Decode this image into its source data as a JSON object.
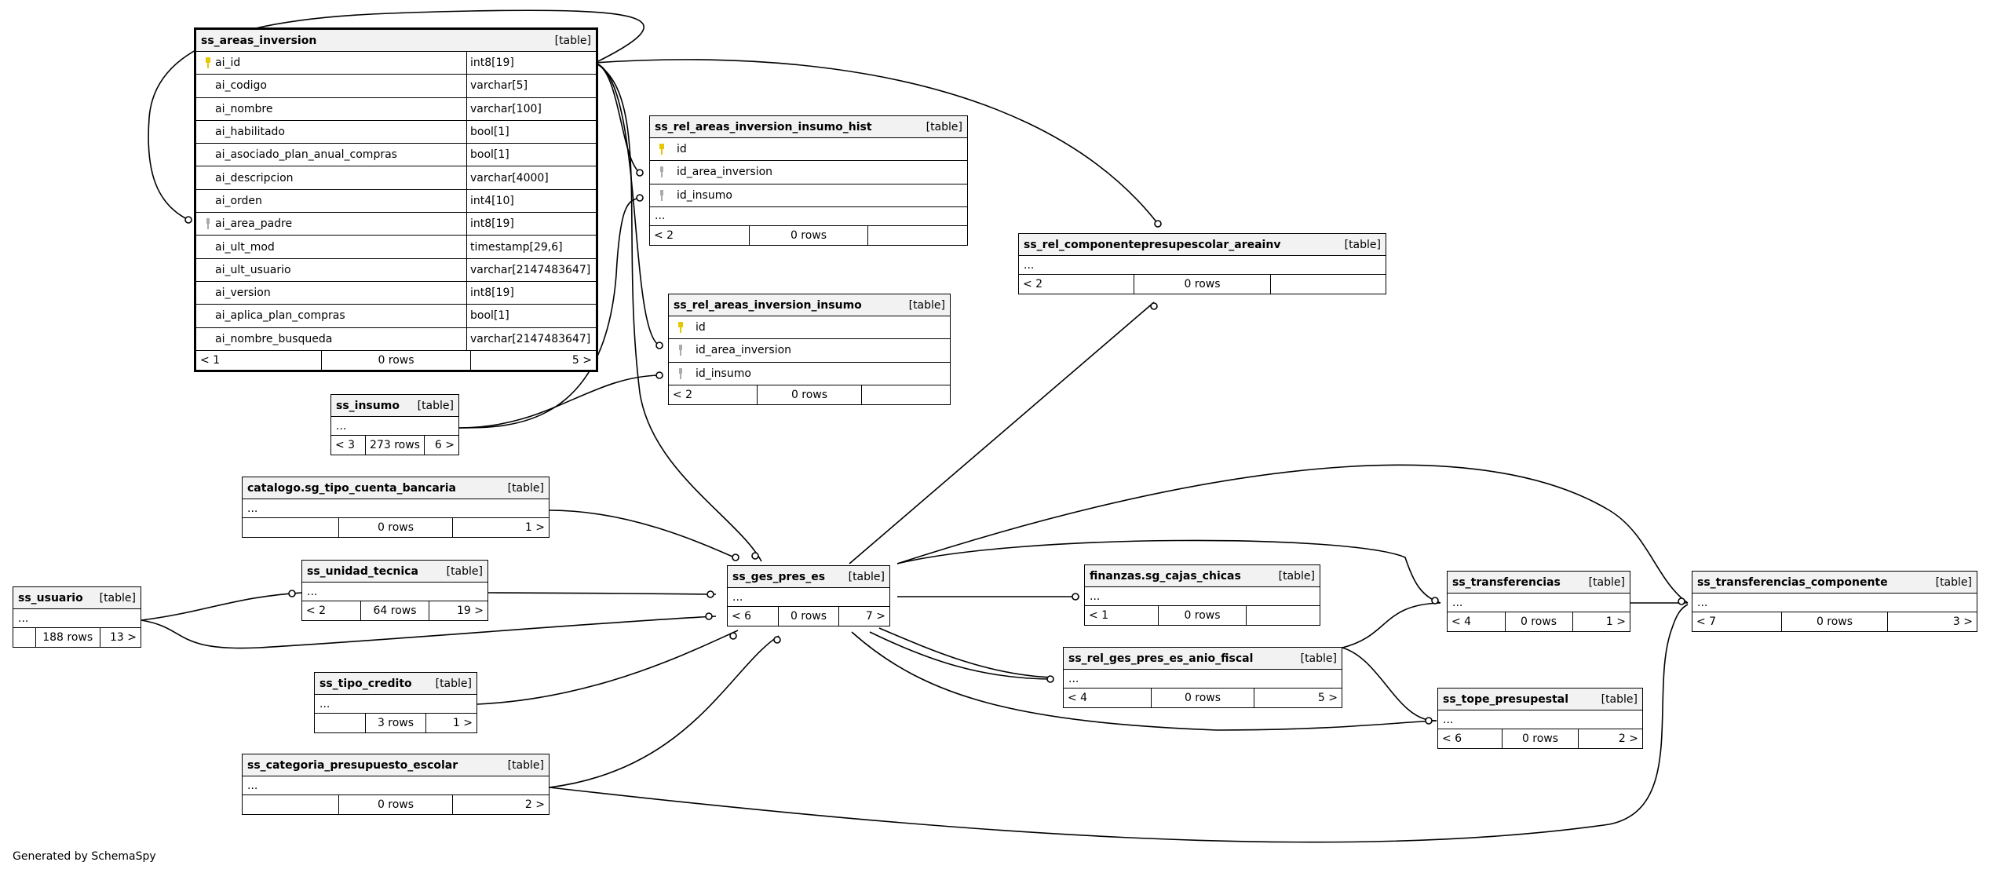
{
  "footer": "Generated by SchemaSpy",
  "focus_table": {
    "name": "ss_areas_inversion",
    "kind": "[table]",
    "columns": [
      {
        "name": "ai_id",
        "type": "int8[19]",
        "key": "primary"
      },
      {
        "name": "ai_codigo",
        "type": "varchar[5]",
        "key": ""
      },
      {
        "name": "ai_nombre",
        "type": "varchar[100]",
        "key": ""
      },
      {
        "name": "ai_habilitado",
        "type": "bool[1]",
        "key": ""
      },
      {
        "name": "ai_asociado_plan_anual_compras",
        "type": "bool[1]",
        "key": ""
      },
      {
        "name": "ai_descripcion",
        "type": "varchar[4000]",
        "key": ""
      },
      {
        "name": "ai_orden",
        "type": "int4[10]",
        "key": ""
      },
      {
        "name": "ai_area_padre",
        "type": "int8[19]",
        "key": "foreign"
      },
      {
        "name": "ai_ult_mod",
        "type": "timestamp[29,6]",
        "key": ""
      },
      {
        "name": "ai_ult_usuario",
        "type": "varchar[2147483647]",
        "key": ""
      },
      {
        "name": "ai_version",
        "type": "int8[19]",
        "key": ""
      },
      {
        "name": "ai_aplica_plan_compras",
        "type": "bool[1]",
        "key": ""
      },
      {
        "name": "ai_nombre_busqueda",
        "type": "varchar[2147483647]",
        "key": ""
      }
    ],
    "foot": [
      "< 1",
      "0 rows",
      "5 >"
    ]
  },
  "tables": {
    "hist": {
      "name": "ss_rel_areas_inversion_insumo_hist",
      "kind": "[table]",
      "columns": [
        {
          "name": "id",
          "key": "primary"
        },
        {
          "name": "id_area_inversion",
          "key": "foreign"
        },
        {
          "name": "id_insumo",
          "key": "foreign"
        }
      ],
      "dots": "...",
      "foot": [
        "< 2",
        "0 rows",
        ""
      ]
    },
    "insumo_rel": {
      "name": "ss_rel_areas_inversion_insumo",
      "kind": "[table]",
      "columns": [
        {
          "name": "id",
          "key": "primary"
        },
        {
          "name": "id_area_inversion",
          "key": "foreign"
        },
        {
          "name": "id_insumo",
          "key": "foreign"
        }
      ],
      "foot": [
        "< 2",
        "0 rows",
        ""
      ]
    },
    "componente": {
      "name": "ss_rel_componentepresupescolar_areainv",
      "kind": "[table]",
      "dots": "...",
      "foot": [
        "< 2",
        "0 rows",
        ""
      ]
    },
    "insumo": {
      "name": "ss_insumo",
      "kind": "[table]",
      "dots": "...",
      "foot": [
        "< 3",
        "273 rows",
        "6 >"
      ]
    },
    "cuenta": {
      "name": "catalogo.sg_tipo_cuenta_bancaria",
      "kind": "[table]",
      "dots": "...",
      "foot": [
        "",
        "0 rows",
        "1 >"
      ]
    },
    "unidad": {
      "name": "ss_unidad_tecnica",
      "kind": "[table]",
      "dots": "...",
      "foot": [
        "< 2",
        "64 rows",
        "19 >"
      ]
    },
    "usuario": {
      "name": "ss_usuario",
      "kind": "[table]",
      "dots": "...",
      "foot": [
        "",
        "188 rows",
        "13 >"
      ]
    },
    "credito": {
      "name": "ss_tipo_credito",
      "kind": "[table]",
      "dots": "...",
      "foot": [
        "",
        "3 rows",
        "1 >"
      ]
    },
    "categoria": {
      "name": "ss_categoria_presupuesto_escolar",
      "kind": "[table]",
      "dots": "...",
      "foot": [
        "",
        "0 rows",
        "2 >"
      ]
    },
    "ges": {
      "name": "ss_ges_pres_es",
      "kind": "[table]",
      "dots": "...",
      "foot": [
        "< 6",
        "0 rows",
        "7 >"
      ]
    },
    "cajas": {
      "name": "finanzas.sg_cajas_chicas",
      "kind": "[table]",
      "dots": "...",
      "foot": [
        "< 1",
        "0 rows",
        ""
      ]
    },
    "anio": {
      "name": "ss_rel_ges_pres_es_anio_fiscal",
      "kind": "[table]",
      "dots": "...",
      "foot": [
        "< 4",
        "0 rows",
        "5 >"
      ]
    },
    "transf": {
      "name": "ss_transferencias",
      "kind": "[table]",
      "dots": "...",
      "foot": [
        "< 4",
        "0 rows",
        "1 >"
      ]
    },
    "tope": {
      "name": "ss_tope_presupestal",
      "kind": "[table]",
      "dots": "...",
      "foot": [
        "< 6",
        "0 rows",
        "2 >"
      ]
    },
    "tcomp": {
      "name": "ss_transferencias_componente",
      "kind": "[table]",
      "dots": "...",
      "foot": [
        "< 7",
        "0 rows",
        "3 >"
      ]
    }
  },
  "relationships": [
    {
      "from": "ss_rel_areas_inversion_insumo_hist.id_area_inversion",
      "to": "ss_areas_inversion.ai_id"
    },
    {
      "from": "ss_rel_areas_inversion_insumo_hist.id_insumo",
      "to": "ss_insumo"
    },
    {
      "from": "ss_rel_areas_inversion_insumo.id_area_inversion",
      "to": "ss_areas_inversion.ai_id"
    },
    {
      "from": "ss_rel_areas_inversion_insumo.id_insumo",
      "to": "ss_insumo"
    },
    {
      "from": "ss_areas_inversion.ai_area_padre",
      "to": "ss_areas_inversion.ai_id"
    },
    {
      "from": "ss_rel_componentepresupescolar_areainv",
      "to": "ss_areas_inversion.ai_id"
    },
    {
      "from": "ss_rel_componentepresupescolar_areainv",
      "to": "ss_ges_pres_es"
    },
    {
      "from": "ss_ges_pres_es",
      "to": "ss_areas_inversion.ai_id"
    },
    {
      "from": "ss_ges_pres_es",
      "to": "catalogo.sg_tipo_cuenta_bancaria"
    },
    {
      "from": "ss_ges_pres_es",
      "to": "ss_unidad_tecnica"
    },
    {
      "from": "ss_ges_pres_es",
      "to": "ss_usuario"
    },
    {
      "from": "ss_unidad_tecnica",
      "to": "ss_usuario"
    },
    {
      "from": "ss_ges_pres_es",
      "to": "ss_tipo_credito"
    },
    {
      "from": "ss_ges_pres_es",
      "to": "ss_categoria_presupuesto_escolar"
    },
    {
      "from": "finanzas.sg_cajas_chicas",
      "to": "ss_ges_pres_es"
    },
    {
      "from": "ss_rel_ges_pres_es_anio_fiscal",
      "to": "ss_ges_pres_es"
    },
    {
      "from": "ss_transferencias",
      "to": "ss_ges_pres_es"
    },
    {
      "from": "ss_transferencias",
      "to": "ss_rel_ges_pres_es_anio_fiscal"
    },
    {
      "from": "ss_tope_presupestal",
      "to": "ss_ges_pres_es"
    },
    {
      "from": "ss_tope_presupestal",
      "to": "ss_rel_ges_pres_es_anio_fiscal"
    },
    {
      "from": "ss_transferencias_componente",
      "to": "ss_ges_pres_es"
    },
    {
      "from": "ss_transferencias_componente",
      "to": "ss_transferencias"
    },
    {
      "from": "ss_transferencias_componente",
      "to": "ss_categoria_presupuesto_escolar"
    }
  ],
  "colors": {
    "primary_key": "#e6c800",
    "foreign_key": "#aaaaaa",
    "header_bg": "#f2f2f2"
  }
}
